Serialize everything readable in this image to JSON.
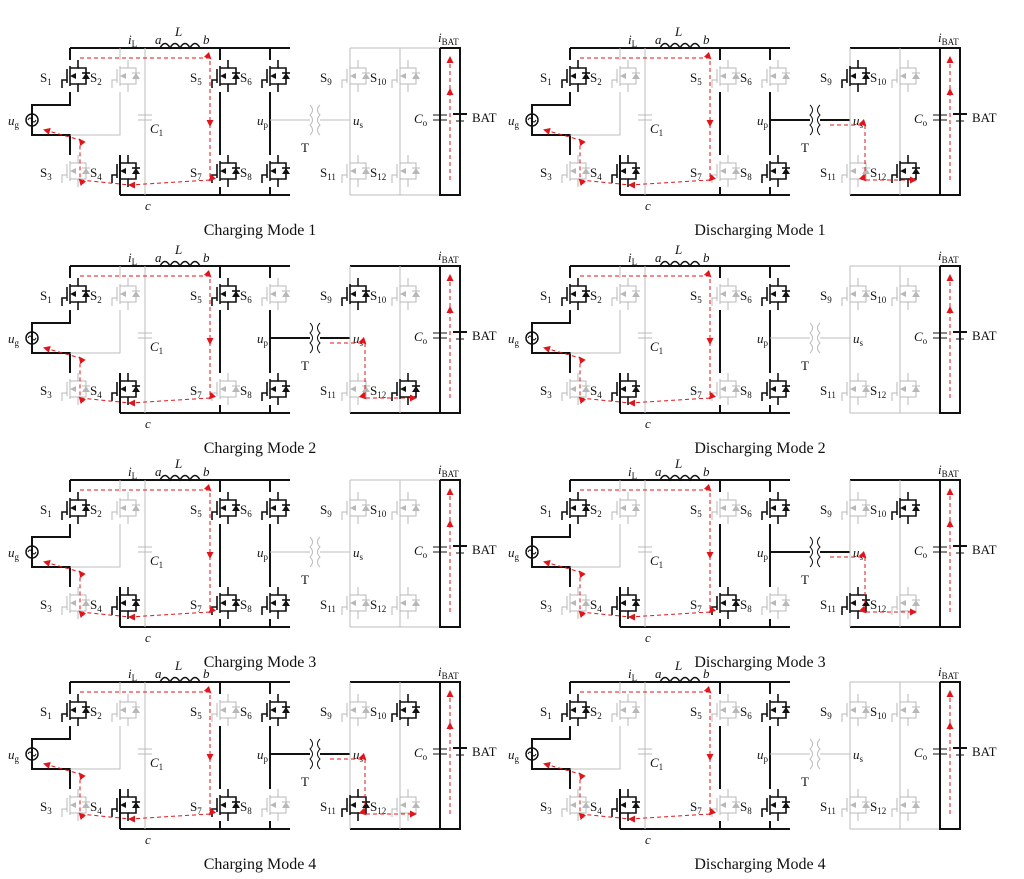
{
  "labels": {
    "iL_main": "i",
    "iL_sub": "L",
    "node_a": "a",
    "inductor": "L",
    "node_b": "b",
    "node_c": "c",
    "ug_main": "u",
    "ug_sub": "g",
    "up_main": "u",
    "up_sub": "p",
    "us_main": "u",
    "us_sub": "s",
    "C1_main": "C",
    "C1_sub": "1",
    "Co_main": "C",
    "Co_sub": "o",
    "iBAT_main": "i",
    "iBAT_sub": "BAT",
    "BAT": "BAT",
    "transformer": "T",
    "switch_prefix": "S",
    "switches": [
      "1",
      "2",
      "3",
      "4",
      "5",
      "6",
      "7",
      "8",
      "9",
      "10",
      "11",
      "12"
    ]
  },
  "panels": [
    {
      "id": "c1",
      "caption": "Charging Mode 1",
      "active": [
        "1",
        "4",
        "5",
        "7",
        "6",
        "8"
      ],
      "left_active": true,
      "right_active": false,
      "cap_active": true
    },
    {
      "id": "d1",
      "caption": "Discharging Mode 1",
      "active": [
        "1",
        "4",
        "8",
        "9",
        "12"
      ],
      "left_active": true,
      "right_active": true,
      "cap_active": true
    },
    {
      "id": "c2",
      "caption": "Charging Mode 2",
      "active": [
        "1",
        "4",
        "5",
        "8",
        "9",
        "12"
      ],
      "left_active": true,
      "right_active": true,
      "cap_active": true
    },
    {
      "id": "d2",
      "caption": "Discharging Mode 2",
      "active": [
        "1",
        "4",
        "6",
        "8"
      ],
      "left_active": true,
      "right_active": false,
      "cap_active": true
    },
    {
      "id": "c3",
      "caption": "Charging Mode 3",
      "active": [
        "1",
        "4",
        "5",
        "6",
        "7",
        "8"
      ],
      "left_active": true,
      "right_active": false,
      "cap_active": true
    },
    {
      "id": "d3",
      "caption": "Discharging Mode 3",
      "active": [
        "1",
        "4",
        "6",
        "7",
        "10",
        "11"
      ],
      "left_active": true,
      "right_active": true,
      "cap_active": true
    },
    {
      "id": "c4",
      "caption": "Charging Mode 4",
      "active": [
        "1",
        "4",
        "6",
        "7",
        "10",
        "11"
      ],
      "left_active": true,
      "right_active": true,
      "cap_active": true
    },
    {
      "id": "d4",
      "caption": "Discharging Mode 4",
      "active": [
        "1",
        "4",
        "6",
        "8"
      ],
      "left_active": true,
      "right_active": false,
      "cap_active": true
    }
  ]
}
